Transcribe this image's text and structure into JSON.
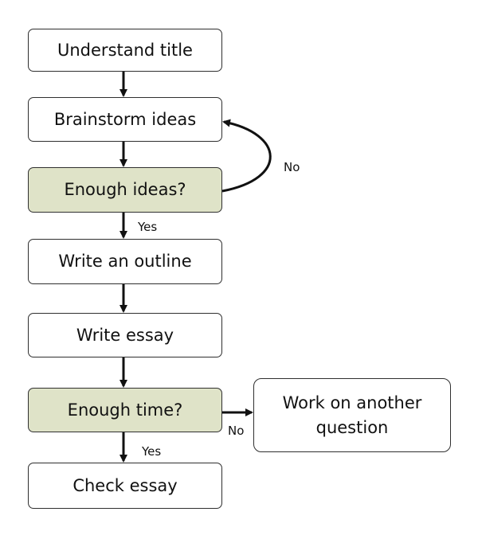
{
  "nodes": {
    "understand_title": "Understand title",
    "brainstorm_ideas": "Brainstorm ideas",
    "enough_ideas": "Enough ideas?",
    "write_outline": "Write an outline",
    "write_essay": "Write essay",
    "enough_time": "Enough time?",
    "check_essay": "Check essay",
    "another_question_line1": "Work on another",
    "another_question_line2": "question"
  },
  "edges": {
    "ideas_no": "No",
    "ideas_yes": "Yes",
    "time_no": "No",
    "time_yes": "Yes"
  },
  "colors": {
    "decision_fill": "#dfe3c8",
    "box_fill": "#ffffff",
    "stroke": "#2f2f2f",
    "arrow": "#111111"
  }
}
